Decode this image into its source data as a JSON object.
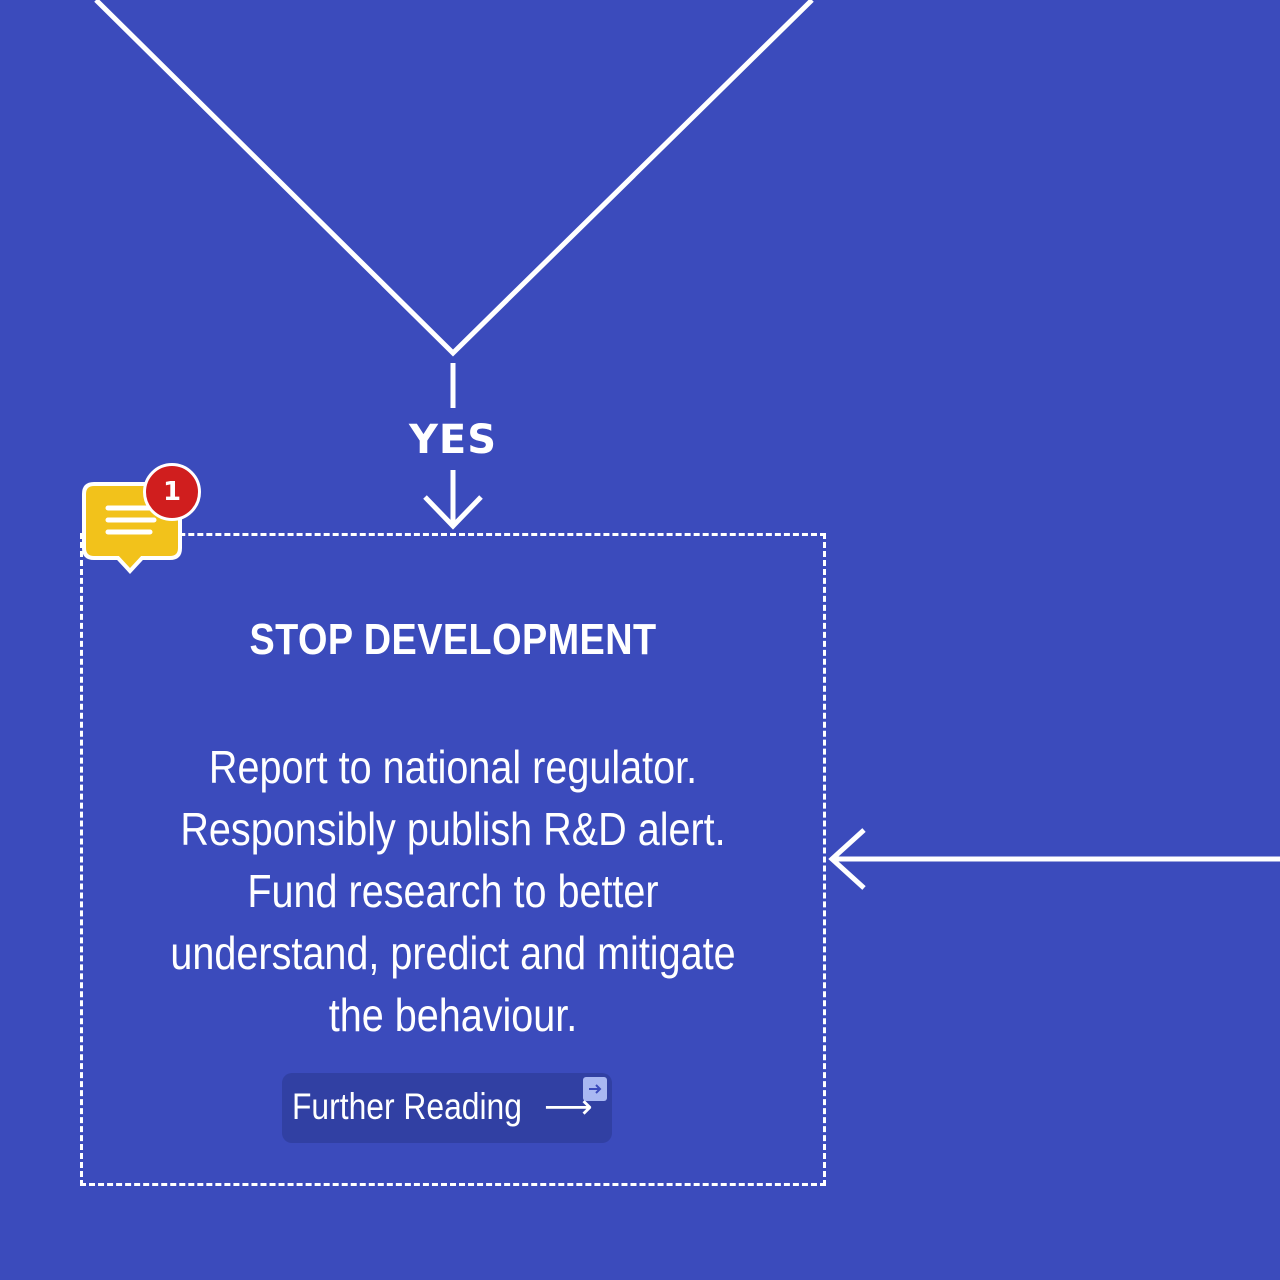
{
  "diagram": {
    "edge_label_yes": "YES",
    "box": {
      "title": "STOP DEVELOPMENT",
      "body_lines": [
        "Report to national regulator.",
        "Responsibly publish R&D alert.",
        "Fund research to better",
        "understand, predict and mitigate",
        "the behaviour."
      ],
      "link_label": "Further Reading",
      "link_arrow": "⟶"
    }
  },
  "comments": {
    "count": "1",
    "icon": "comment-icon"
  },
  "colors": {
    "background": "#3b4bbc",
    "line": "#ffffff",
    "button": "#3140a3",
    "comment": "#f2c21b",
    "badge": "#d01e1e"
  }
}
